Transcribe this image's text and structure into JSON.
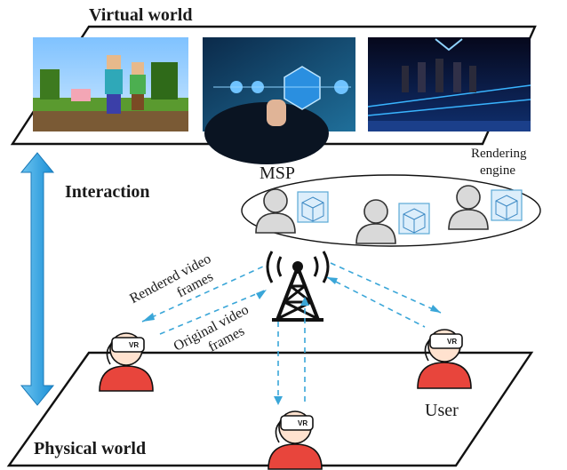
{
  "virtual_world": {
    "title": "Virtual world",
    "images": [
      {
        "name": "minecraft-scene"
      },
      {
        "name": "smart-car-dashboard-scene"
      },
      {
        "name": "virtual-concert-scene"
      }
    ]
  },
  "physical_world": {
    "title": "Physical world"
  },
  "interaction": {
    "label": "Interaction"
  },
  "msp": {
    "label": "MSP"
  },
  "rendering_engine": {
    "line1": "Rendering",
    "line2": "engine"
  },
  "rendered_frames": {
    "line1": "Rendered video",
    "line2": "frames"
  },
  "original_frames": {
    "line1": "Original video",
    "line2": "frames"
  },
  "user": {
    "label": "User"
  },
  "vr_badge": "VR",
  "colors": {
    "arrow": "#1a9be0",
    "dashed": "#3aa6d8",
    "person_shirt": "#e8453c",
    "cube_fill": "#dceefb"
  }
}
